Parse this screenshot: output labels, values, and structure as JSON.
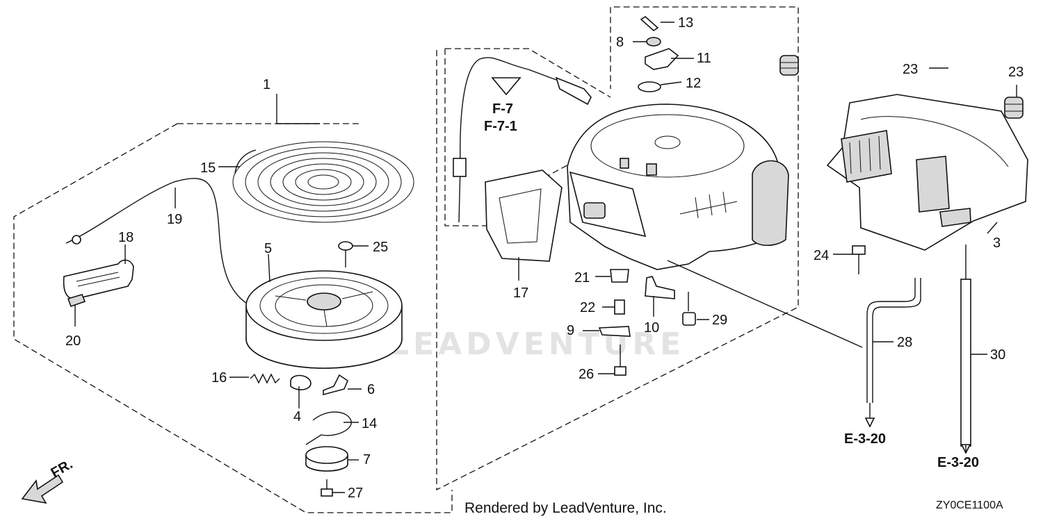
{
  "watermark": "LEADVENTURE",
  "credit": "Rendered by LeadVenture, Inc.",
  "diagram_code": "ZY0CE1100A",
  "front_indicator": "FR.",
  "references": {
    "f7": "F-7",
    "f71": "F-7-1",
    "e320_left": "E-3-20",
    "e320_right": "E-3-20"
  },
  "callouts": [
    {
      "id": "p1",
      "text": "1"
    },
    {
      "id": "p3",
      "text": "3"
    },
    {
      "id": "p4",
      "text": "4"
    },
    {
      "id": "p5",
      "text": "5"
    },
    {
      "id": "p6",
      "text": "6"
    },
    {
      "id": "p7",
      "text": "7"
    },
    {
      "id": "p8",
      "text": "8"
    },
    {
      "id": "p9",
      "text": "9"
    },
    {
      "id": "p10",
      "text": "10"
    },
    {
      "id": "p11",
      "text": "11"
    },
    {
      "id": "p12",
      "text": "12"
    },
    {
      "id": "p13",
      "text": "13"
    },
    {
      "id": "p14",
      "text": "14"
    },
    {
      "id": "p15",
      "text": "15"
    },
    {
      "id": "p16",
      "text": "16"
    },
    {
      "id": "p17",
      "text": "17"
    },
    {
      "id": "p18",
      "text": "18"
    },
    {
      "id": "p19",
      "text": "19"
    },
    {
      "id": "p20",
      "text": "20"
    },
    {
      "id": "p21",
      "text": "21"
    },
    {
      "id": "p22",
      "text": "22"
    },
    {
      "id": "p23a",
      "text": "23"
    },
    {
      "id": "p23b",
      "text": "23"
    },
    {
      "id": "p24",
      "text": "24"
    },
    {
      "id": "p25",
      "text": "25"
    },
    {
      "id": "p26",
      "text": "26"
    },
    {
      "id": "p27",
      "text": "27"
    },
    {
      "id": "p28",
      "text": "28"
    },
    {
      "id": "p29",
      "text": "29"
    },
    {
      "id": "p30",
      "text": "30"
    }
  ]
}
